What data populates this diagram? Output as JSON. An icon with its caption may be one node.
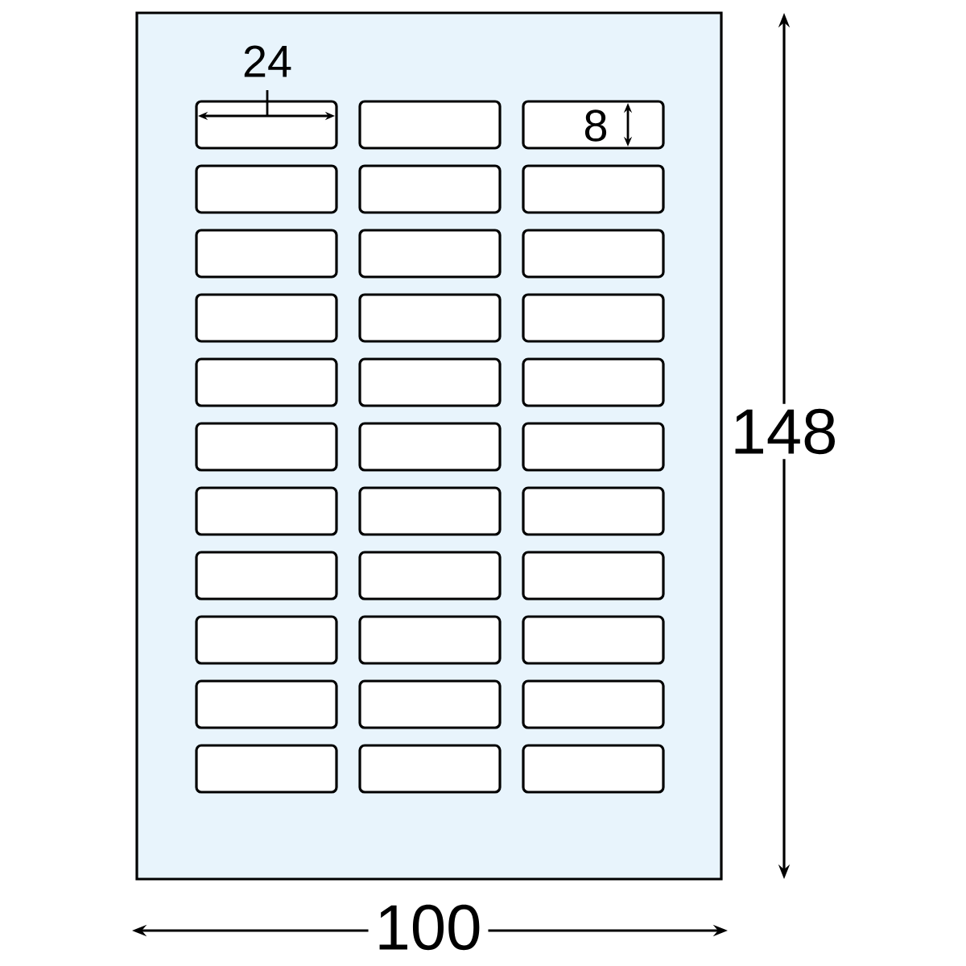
{
  "diagram": {
    "nodes": [
      {
        "text": [],
        "shape": "box"
      },
      {
        "text": [],
        "shape": "box",
        "in": 0
      },
      {
        "text": [],
        "shape": "box",
        "in": 0
      },
      {
        "text": [],
        "shape": "box",
        "in": 0
      },
      {
        "text": [],
        "shape": "box",
        "in": 0
      },
      {
        "text": [],
        "shape": "box",
        "in": 0
      },
      {
        "text": [],
        "shape": "box",
        "in": 0
      },
      {
        "text": [],
        "shape": "box",
        "in": 0
      },
      {
        "text": [],
        "shape": "box",
        "in": 0
      },
      {
        "text": [],
        "shape": "box",
        "in": 0
      },
      {
        "text": [],
        "shape": "box",
        "in": 0
      },
      {
        "text": [],
        "shape": "box",
        "in": 0
      },
      {
        "text": [],
        "shape": "box",
        "in": 0
      },
      {
        "text": [],
        "shape": "box",
        "in": 0
      },
      {
        "text": [],
        "shape": "box",
        "in": 0
      },
      {
        "text": [],
        "shape": "box",
        "in": 0
      },
      {
        "text": [],
        "shape": "box",
        "in": 0
      },
      {
        "text": [],
        "shape": "box",
        "in": 0
      },
      {
        "text": [],
        "shape": "box",
        "in": 0
      },
      {
        "text": [],
        "shape": "box",
        "in": 0
      },
      {
        "text": [],
        "shape": "box",
        "in": 0
      },
      {
        "text": [],
        "shape": "box",
        "in": 0
      },
      {
        "text": [],
        "shape": "box",
        "in": 0
      },
      {
        "text": [],
        "shape": "box",
        "in": 0
      },
      {
        "text": [],
        "shape": "box",
        "in": 0
      },
      {
        "text": [],
        "shape": "box",
        "in": 0
      },
      {
        "text": [],
        "shape": "box",
        "in": 0
      },
      {
        "text": [],
        "shape": "box",
        "in": 0
      },
      {
        "text": [],
        "shape": "box",
        "in": 0
      },
      {
        "text": [],
        "shape": "box",
        "in": 0
      },
      {
        "text": [],
        "shape": "box",
        "in": 0
      },
      {
        "text": [],
        "shape": "box",
        "in": 0
      },
      {
        "text": [],
        "shape": "box",
        "in": 0
      },
      {
        "text": [],
        "shape": "box",
        "in": 0
      }
    ],
    "labels": [
      "24",
      "8",
      "148",
      "100"
    ]
  }
}
